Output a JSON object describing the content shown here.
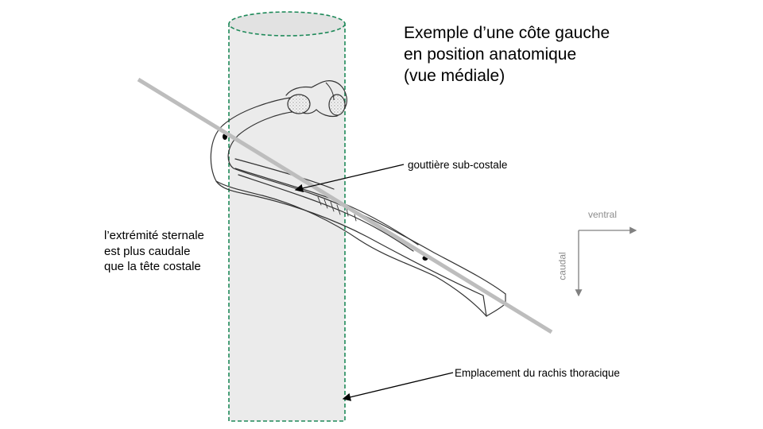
{
  "title": {
    "lines": [
      "Exemple d’une côte gauche",
      "en position anatomique",
      "(vue médiale)"
    ]
  },
  "labels": {
    "gouttiere": "gouttière sub-costale",
    "sternal": [
      "l’extrémité sternale",
      "est plus caudale",
      "que la tête costale"
    ],
    "rachis": "Emplacement du rachis thoracique"
  },
  "orientation": {
    "ventral": "ventral",
    "caudal": "caudal"
  },
  "colors": {
    "spine_fill": "#ebebeb",
    "spine_border": "#1f8a5a",
    "axis_line": "#bdbdbd",
    "arrows": "#808080",
    "rib_stroke": "#333333"
  }
}
